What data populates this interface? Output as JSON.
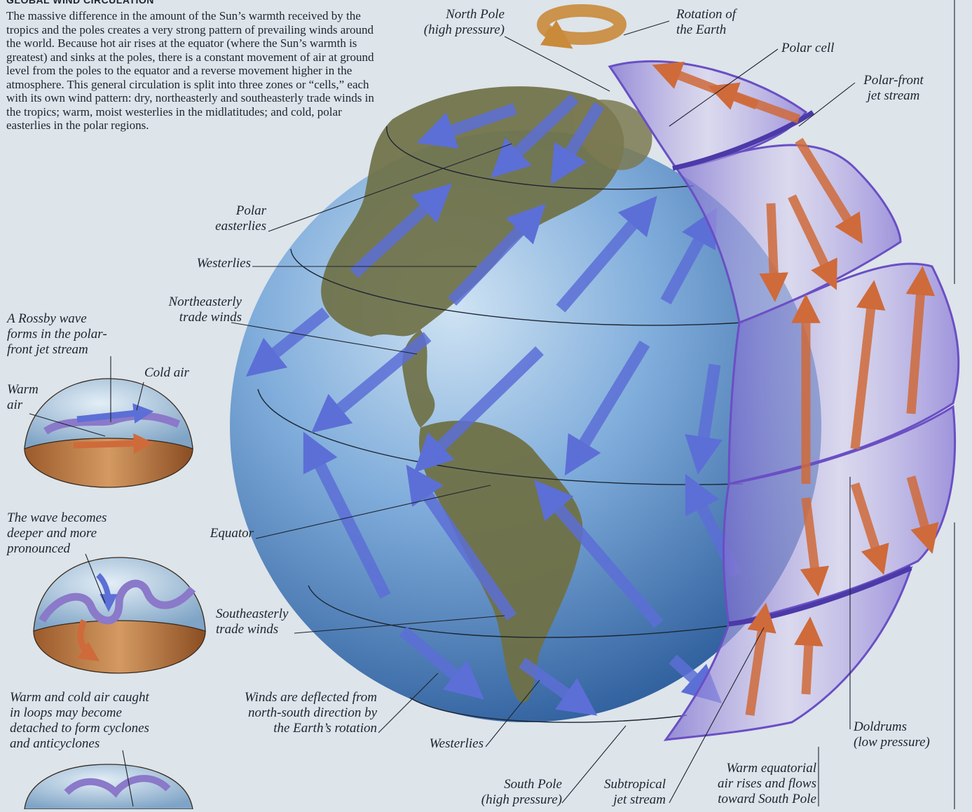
{
  "heading": "GLOBAL WIND CIRCULATION",
  "intro": "The massive difference in the amount of the Sun’s warmth received by the tropics and the poles creates a very strong pattern of prevailing winds around the world. Because hot air rises at the equator (where the Sun’s warmth is greatest) and sinks at the poles, there is a constant movement of air at ground level from the poles to the equator and a reverse movement higher in the atmosphere. This general circulation is split into three zones or “cells,” each with its own wind pattern: dry, northeasterly and southeasterly trade winds in the tropics; warm, moist westerlies in the midlatitudes; and cold, polar easterlies in the polar regions.",
  "labels": {
    "north_pole": "North Pole\n(high pressure)",
    "rotation": "Rotation of\nthe Earth",
    "polar_cell": "Polar cell",
    "polar_front_jet": "Polar-front\njet stream",
    "polar_easterlies": "Polar\neasterlies",
    "westerlies_north": "Westerlies",
    "ne_trades": "Northeasterly\ntrade winds",
    "equator": "Equator",
    "se_trades": "Southeasterly\ntrade winds",
    "deflected": "Winds are deflected from\nnorth-south direction by\nthe Earth’s rotation",
    "westerlies_south": "Westerlies",
    "south_pole": "South Pole\n(high pressure)",
    "subtropical_jet": "Subtropical\njet stream",
    "warm_rises": "Warm equatorial\nair rises and flows\ntoward South Pole",
    "doldrums": "Doldrums\n(low pressure)"
  },
  "rossby": {
    "step1": "A Rossby wave\nforms in the polar-\nfront jet stream",
    "cold_air": "Cold air",
    "warm_air": "Warm\nair",
    "step2": "The wave becomes\ndeeper and more\npronounced",
    "step3": "Warm and cold air caught\nin loops may become\ndetached to form cyclones\nand anticyclones"
  },
  "colors": {
    "ocean": "#5b8fc8",
    "land": "#6f7146",
    "wind_arrow": "#5c6fd6",
    "warm_arrow": "#cf6a3a",
    "cell": "#b7a9dc",
    "jet": "#6a4fc4"
  }
}
